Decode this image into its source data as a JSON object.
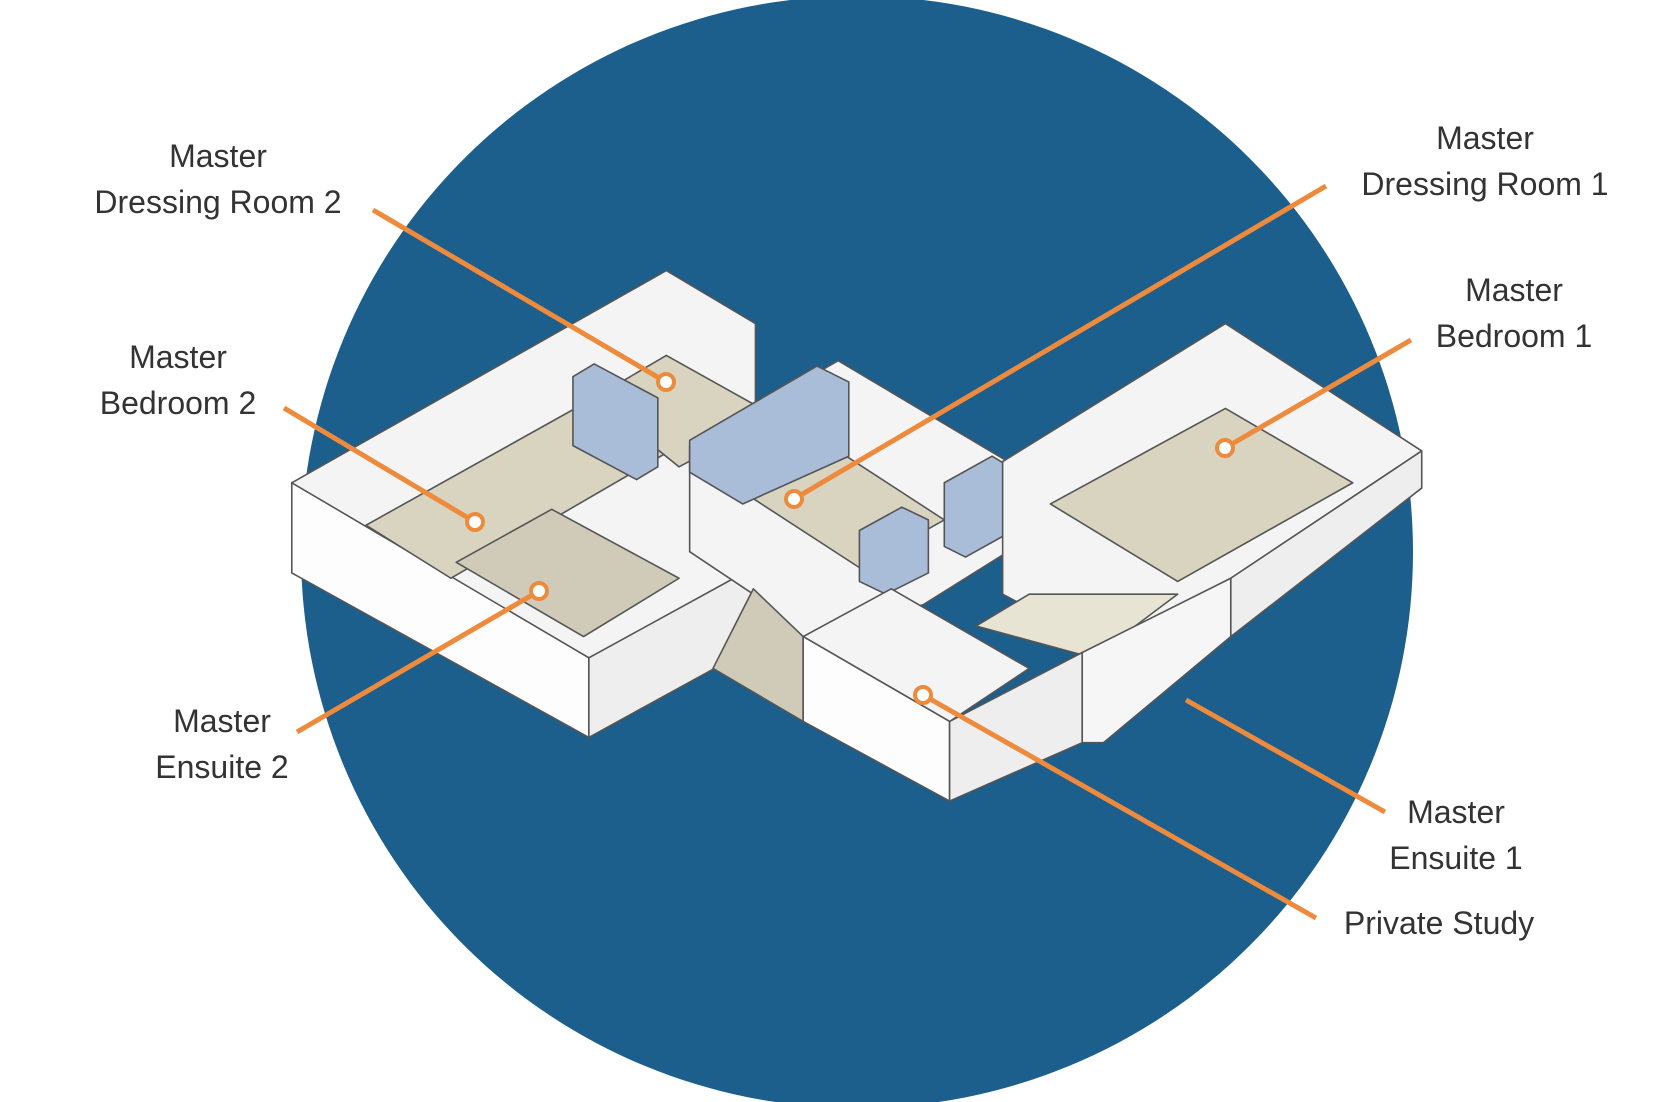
{
  "colors": {
    "circle": "#1c5e8c",
    "leader": "#ee8a3c",
    "floor": "#d8d4c0",
    "wall": "#ffffff",
    "wardrobe": "#a9bcd8"
  },
  "labels": [
    {
      "id": "master-dressing-room-2",
      "line1": "Master",
      "line2": "Dressing Room 2"
    },
    {
      "id": "master-bedroom-2",
      "line1": "Master",
      "line2": "Bedroom 2"
    },
    {
      "id": "master-ensuite-2",
      "line1": "Master",
      "line2": "Ensuite 2"
    },
    {
      "id": "master-dressing-room-1",
      "line1": "Master",
      "line2": "Dressing Room 1"
    },
    {
      "id": "master-bedroom-1",
      "line1": "Master",
      "line2": "Bedroom 1"
    },
    {
      "id": "master-ensuite-1",
      "line1": "Master",
      "line2": "Ensuite 1"
    },
    {
      "id": "private-study",
      "line1": "Private Study"
    }
  ]
}
